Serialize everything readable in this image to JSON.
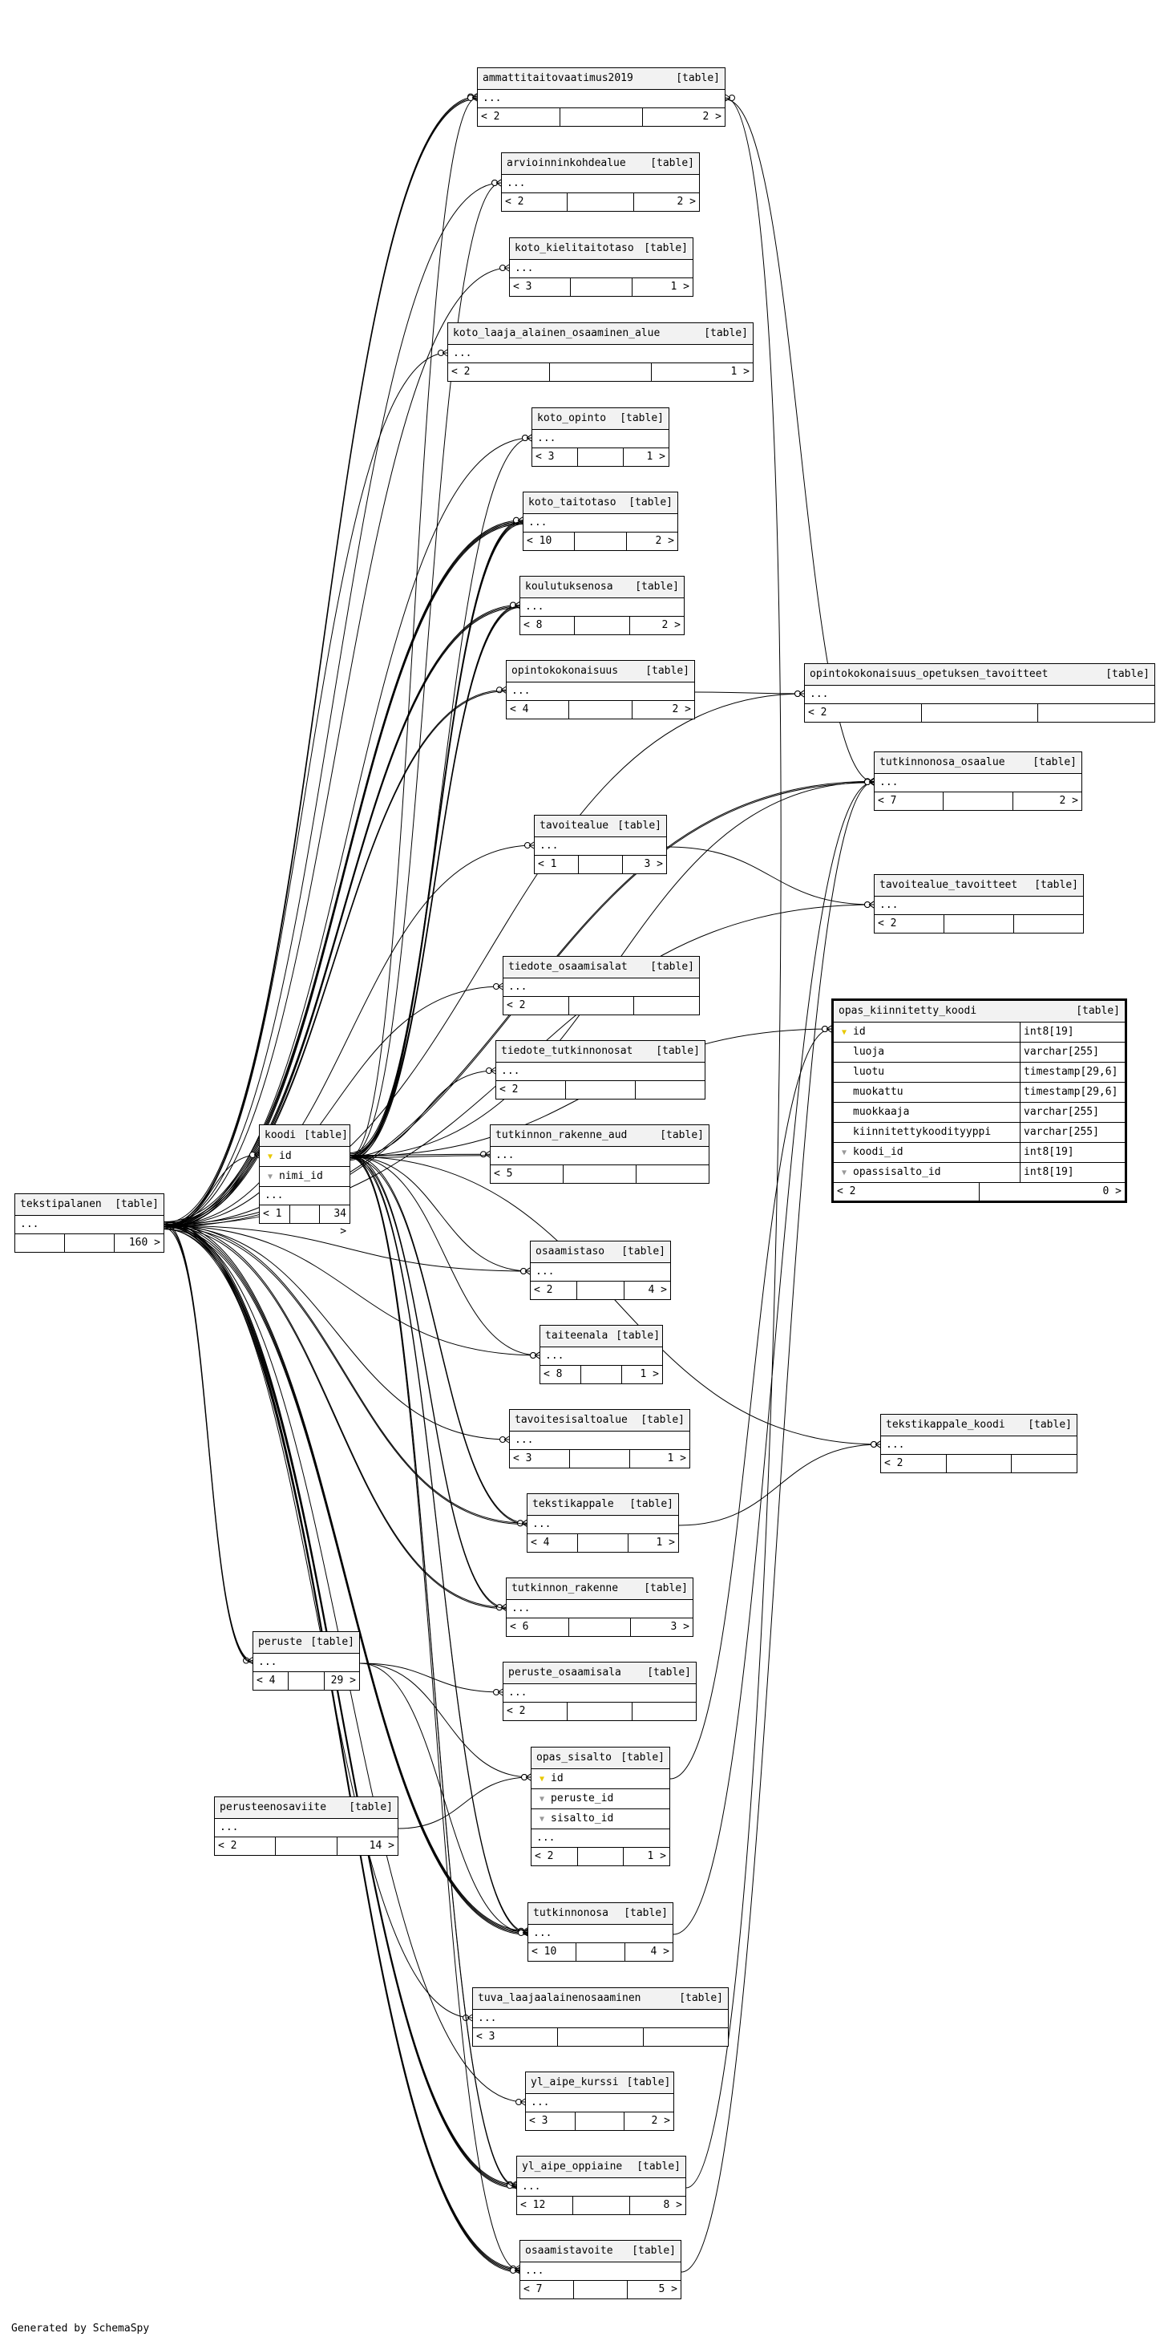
{
  "colors": {
    "line": "#000000",
    "header_bg": "#f2f2f2",
    "pk_key": "#e8c800",
    "fk_key": "#999999",
    "background": "#ffffff"
  },
  "footer": {
    "generated_by": "Generated by SchemaSpy"
  },
  "tables": [
    {
      "id": "tekstipalanen",
      "name": "tekstipalanen",
      "kind": "[table]",
      "columns": [],
      "ellipsis": "...",
      "foot": [
        "",
        "",
        "160 >"
      ]
    },
    {
      "id": "koodi",
      "name": "koodi",
      "kind": "[table]",
      "columns": [
        {
          "name": "id",
          "key": "pk"
        },
        {
          "name": "nimi_id",
          "key": "fk"
        }
      ],
      "ellipsis": "...",
      "foot": [
        "< 1",
        "",
        "34 >"
      ]
    },
    {
      "id": "peruste",
      "name": "peruste",
      "kind": "[table]",
      "columns": [],
      "ellipsis": "...",
      "foot": [
        "< 4",
        "",
        "29 >"
      ]
    },
    {
      "id": "perusteenosaviite",
      "name": "perusteenosaviite",
      "kind": "[table]",
      "columns": [],
      "ellipsis": "...",
      "foot": [
        "< 2",
        "",
        "14 >"
      ]
    },
    {
      "id": "ammattitaitovaatimus2019",
      "name": "ammattitaitovaatimus2019",
      "kind": "[table]",
      "columns": [],
      "ellipsis": "...",
      "foot": [
        "< 2",
        "",
        "2 >"
      ]
    },
    {
      "id": "arvioinninkohdealue",
      "name": "arvioinninkohdealue",
      "kind": "[table]",
      "columns": [],
      "ellipsis": "...",
      "foot": [
        "< 2",
        "",
        "2 >"
      ]
    },
    {
      "id": "koto_kielitaitotaso",
      "name": "koto_kielitaitotaso",
      "kind": "[table]",
      "columns": [],
      "ellipsis": "...",
      "foot": [
        "< 3",
        "",
        "1 >"
      ]
    },
    {
      "id": "koto_laaja",
      "name": "koto_laaja_alainen_osaaminen_alue",
      "kind": "[table]",
      "columns": [],
      "ellipsis": "...",
      "foot": [
        "< 2",
        "",
        "1 >"
      ]
    },
    {
      "id": "koto_opinto",
      "name": "koto_opinto",
      "kind": "[table]",
      "columns": [],
      "ellipsis": "...",
      "foot": [
        "< 3",
        "",
        "1 >"
      ]
    },
    {
      "id": "koto_taitotaso",
      "name": "koto_taitotaso",
      "kind": "[table]",
      "columns": [],
      "ellipsis": "...",
      "foot": [
        "< 10",
        "",
        "2 >"
      ]
    },
    {
      "id": "koulutuksenosa",
      "name": "koulutuksenosa",
      "kind": "[table]",
      "columns": [],
      "ellipsis": "...",
      "foot": [
        "< 8",
        "",
        "2 >"
      ]
    },
    {
      "id": "opintokokonaisuus",
      "name": "opintokokonaisuus",
      "kind": "[table]",
      "columns": [],
      "ellipsis": "...",
      "foot": [
        "< 4",
        "",
        "2 >"
      ]
    },
    {
      "id": "tavoitealue",
      "name": "tavoitealue",
      "kind": "[table]",
      "columns": [],
      "ellipsis": "...",
      "foot": [
        "< 1",
        "",
        "3 >"
      ]
    },
    {
      "id": "tiedote_osaamisalat",
      "name": "tiedote_osaamisalat",
      "kind": "[table]",
      "columns": [],
      "ellipsis": "...",
      "foot": [
        "< 2",
        "",
        ""
      ]
    },
    {
      "id": "tiedote_tutkinnonosat",
      "name": "tiedote_tutkinnonosat",
      "kind": "[table]",
      "columns": [],
      "ellipsis": "...",
      "foot": [
        "< 2",
        "",
        ""
      ]
    },
    {
      "id": "tutkinnon_rakenne_aud",
      "name": "tutkinnon_rakenne_aud",
      "kind": "[table]",
      "columns": [],
      "ellipsis": "...",
      "foot": [
        "< 5",
        "",
        ""
      ]
    },
    {
      "id": "osaamistaso",
      "name": "osaamistaso",
      "kind": "[table]",
      "columns": [],
      "ellipsis": "...",
      "foot": [
        "< 2",
        "",
        "4 >"
      ]
    },
    {
      "id": "taiteenala",
      "name": "taiteenala",
      "kind": "[table]",
      "columns": [],
      "ellipsis": "...",
      "foot": [
        "< 8",
        "",
        "1 >"
      ]
    },
    {
      "id": "tavoitesisaltoalue",
      "name": "tavoitesisaltoalue",
      "kind": "[table]",
      "columns": [],
      "ellipsis": "...",
      "foot": [
        "< 3",
        "",
        "1 >"
      ]
    },
    {
      "id": "tekstikappale",
      "name": "tekstikappale",
      "kind": "[table]",
      "columns": [],
      "ellipsis": "...",
      "foot": [
        "< 4",
        "",
        "1 >"
      ]
    },
    {
      "id": "tutkinnon_rakenne",
      "name": "tutkinnon_rakenne",
      "kind": "[table]",
      "columns": [],
      "ellipsis": "...",
      "foot": [
        "< 6",
        "",
        "3 >"
      ]
    },
    {
      "id": "peruste_osaamisala",
      "name": "peruste_osaamisala",
      "kind": "[table]",
      "columns": [],
      "ellipsis": "...",
      "foot": [
        "< 2",
        "",
        ""
      ]
    },
    {
      "id": "opas_sisalto",
      "name": "opas_sisalto",
      "kind": "[table]",
      "columns": [
        {
          "name": "id",
          "key": "pk"
        },
        {
          "name": "peruste_id",
          "key": "fk"
        },
        {
          "name": "sisalto_id",
          "key": "fk"
        }
      ],
      "ellipsis": "...",
      "foot": [
        "< 2",
        "",
        "1 >"
      ]
    },
    {
      "id": "tutkinnonosa",
      "name": "tutkinnonosa",
      "kind": "[table]",
      "columns": [],
      "ellipsis": "...",
      "foot": [
        "< 10",
        "",
        "4 >"
      ]
    },
    {
      "id": "tuva",
      "name": "tuva_laajaalainenosaaminen",
      "kind": "[table]",
      "columns": [],
      "ellipsis": "...",
      "foot": [
        "< 3",
        "",
        ""
      ]
    },
    {
      "id": "yl_aipe_kurssi",
      "name": "yl_aipe_kurssi",
      "kind": "[table]",
      "columns": [],
      "ellipsis": "...",
      "foot": [
        "< 3",
        "",
        "2 >"
      ]
    },
    {
      "id": "yl_aipe_oppiaine",
      "name": "yl_aipe_oppiaine",
      "kind": "[table]",
      "columns": [],
      "ellipsis": "...",
      "foot": [
        "< 12",
        "",
        "8 >"
      ]
    },
    {
      "id": "osaamistavoite",
      "name": "osaamistavoite",
      "kind": "[table]",
      "columns": [],
      "ellipsis": "...",
      "foot": [
        "< 7",
        "",
        "5 >"
      ]
    },
    {
      "id": "opintokok_tavoitteet",
      "name": "opintokokonaisuus_opetuksen_tavoitteet",
      "kind": "[table]",
      "columns": [],
      "ellipsis": "...",
      "foot": [
        "< 2",
        "",
        ""
      ]
    },
    {
      "id": "tutkinnonosa_osaalue",
      "name": "tutkinnonosa_osaalue",
      "kind": "[table]",
      "columns": [],
      "ellipsis": "...",
      "foot": [
        "< 7",
        "",
        "2 >"
      ]
    },
    {
      "id": "tavoitealue_tavoitteet",
      "name": "tavoitealue_tavoitteet",
      "kind": "[table]",
      "columns": [],
      "ellipsis": "...",
      "foot": [
        "< 2",
        "",
        ""
      ]
    },
    {
      "id": "opas_kiinnitetty_koodi",
      "name": "opas_kiinnitetty_koodi",
      "kind": "[table]",
      "focus": true,
      "columns": [
        {
          "name": "id",
          "key": "pk",
          "type": "int8[19]"
        },
        {
          "name": "luoja",
          "key": "",
          "type": "varchar[255]"
        },
        {
          "name": "luotu",
          "key": "",
          "type": "timestamp[29,6]"
        },
        {
          "name": "muokattu",
          "key": "",
          "type": "timestamp[29,6]"
        },
        {
          "name": "muokkaaja",
          "key": "",
          "type": "varchar[255]"
        },
        {
          "name": "kiinnitettykoodityyppi",
          "key": "",
          "type": "varchar[255]"
        },
        {
          "name": "koodi_id",
          "key": "fk",
          "type": "int8[19]"
        },
        {
          "name": "opassisalto_id",
          "key": "fk",
          "type": "int8[19]"
        }
      ],
      "ellipsis": "",
      "foot": [
        "< 2",
        "0 >"
      ]
    },
    {
      "id": "tekstikappale_koodi",
      "name": "tekstikappale_koodi",
      "kind": "[table]",
      "columns": [],
      "ellipsis": "...",
      "foot": [
        "< 2",
        "",
        ""
      ]
    }
  ],
  "relations": [
    {
      "from": "tekstipalanen",
      "to": "ammattitaitovaatimus2019",
      "n": 3
    },
    {
      "from": "tekstipalanen",
      "to": "arvioinninkohdealue",
      "n": 1
    },
    {
      "from": "tekstipalanen",
      "to": "koto_kielitaitotaso",
      "n": 1
    },
    {
      "from": "tekstipalanen",
      "to": "koto_laaja",
      "n": 1
    },
    {
      "from": "tekstipalanen",
      "to": "koto_opinto",
      "n": 1
    },
    {
      "from": "tekstipalanen",
      "to": "koto_taitotaso",
      "n": 4
    },
    {
      "from": "tekstipalanen",
      "to": "koulutuksenosa",
      "n": 3
    },
    {
      "from": "tekstipalanen",
      "to": "opintokokonaisuus",
      "n": 2
    },
    {
      "from": "tekstipalanen",
      "to": "tavoitealue",
      "n": 1
    },
    {
      "from": "tekstipalanen",
      "to": "tiedote_osaamisalat",
      "n": 1
    },
    {
      "from": "tekstipalanen",
      "to": "koodi",
      "n": 1
    },
    {
      "from": "tekstipalanen",
      "to": "osaamistaso",
      "n": 1
    },
    {
      "from": "tekstipalanen",
      "to": "taiteenala",
      "n": 1
    },
    {
      "from": "tekstipalanen",
      "to": "tavoitesisaltoalue",
      "n": 1
    },
    {
      "from": "tekstipalanen",
      "to": "tekstikappale",
      "n": 2
    },
    {
      "from": "tekstipalanen",
      "to": "tutkinnon_rakenne",
      "n": 2
    },
    {
      "from": "tekstipalanen",
      "to": "peruste",
      "n": 3
    },
    {
      "from": "tekstipalanen",
      "to": "tutkinnonosa",
      "n": 4
    },
    {
      "from": "tekstipalanen",
      "to": "tuva",
      "n": 1
    },
    {
      "from": "tekstipalanen",
      "to": "yl_aipe_kurssi",
      "n": 1
    },
    {
      "from": "tekstipalanen",
      "to": "yl_aipe_oppiaine",
      "n": 4
    },
    {
      "from": "tekstipalanen",
      "to": "osaamistavoite",
      "n": 4
    },
    {
      "from": "tekstipalanen",
      "to": "tutkinnonosa_osaalue",
      "n": 2
    },
    {
      "from": "tekstipalanen",
      "to": "tavoitealue_tavoitteet",
      "n": 1
    },
    {
      "from": "tekstipalanen",
      "to": "opintokok_tavoitteet",
      "n": 1
    },
    {
      "from": "koodi",
      "to": "koto_taitotaso",
      "n": 4
    },
    {
      "from": "koodi",
      "to": "koulutuksenosa",
      "n": 3
    },
    {
      "from": "koodi",
      "to": "koto_opinto",
      "n": 1
    },
    {
      "from": "koodi",
      "to": "tiedote_tutkinnonosat",
      "n": 1
    },
    {
      "from": "koodi",
      "to": "tutkinnon_rakenne_aud",
      "n": 2
    },
    {
      "from": "koodi",
      "to": "osaamistaso",
      "n": 1
    },
    {
      "from": "koodi",
      "to": "taiteenala",
      "n": 1
    },
    {
      "from": "koodi",
      "to": "tekstikappale",
      "n": 2
    },
    {
      "from": "koodi",
      "to": "tutkinnon_rakenne",
      "n": 2
    },
    {
      "from": "koodi",
      "to": "tutkinnonosa",
      "n": 2
    },
    {
      "from": "koodi",
      "to": "yl_aipe_oppiaine",
      "n": 2
    },
    {
      "from": "koodi",
      "to": "osaamistavoite",
      "n": 1
    },
    {
      "from": "koodi",
      "to": "ammattitaitovaatimus2019",
      "n": 1
    },
    {
      "from": "koodi",
      "to": "arvioinninkohdealue",
      "n": 1
    },
    {
      "from": "koodi",
      "to": "tutkinnonosa_osaalue",
      "n": 1
    },
    {
      "from": "koodi",
      "to": "opas_kiinnitetty_koodi",
      "n": 1
    },
    {
      "from": "koodi",
      "to": "tekstikappale_koodi",
      "n": 1
    },
    {
      "from": "peruste",
      "to": "peruste_osaamisala",
      "n": 1
    },
    {
      "from": "peruste",
      "to": "opas_sisalto",
      "n": 1
    },
    {
      "from": "peruste",
      "to": "tutkinnonosa",
      "n": 1
    },
    {
      "from": "perusteenosaviite",
      "to": "opas_sisalto",
      "n": 1
    },
    {
      "from": "opas_sisalto",
      "to": "opas_kiinnitetty_koodi",
      "n": 1
    },
    {
      "from": "opintokokonaisuus",
      "to": "opintokok_tavoitteet",
      "n": 1
    },
    {
      "from": "tavoitealue",
      "to": "tavoitealue_tavoitteet",
      "n": 1
    },
    {
      "from": "tekstikappale",
      "to": "tekstikappale_koodi",
      "n": 1
    },
    {
      "from": "osaamistavoite",
      "to": "tutkinnonosa_osaalue",
      "n": 1
    },
    {
      "from": "ammattitaitovaatimus2019",
      "to": "tutkinnonosa_osaalue",
      "n": 1
    },
    {
      "from": "tutkinnonosa",
      "to": "tutkinnonosa_osaalue",
      "n": 1
    },
    {
      "from": "yl_aipe_oppiaine",
      "to": "ammattitaitovaatimus2019",
      "n": 1
    }
  ]
}
